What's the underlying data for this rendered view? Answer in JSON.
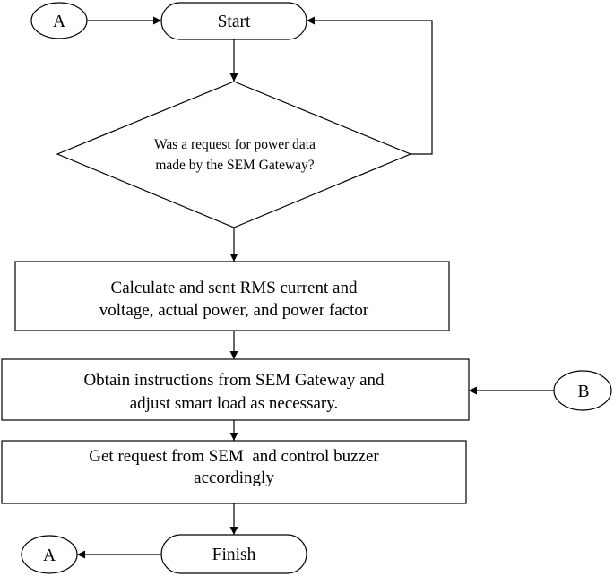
{
  "connector_a_top": {
    "label": "A"
  },
  "connector_a_bottom": {
    "label": "A"
  },
  "connector_b": {
    "label": "B"
  },
  "start": {
    "label": "Start"
  },
  "decision": {
    "line1": "Was a request for power data",
    "line2": "made by the SEM Gateway?"
  },
  "step_calculate": {
    "line1": "Calculate and sent RMS current and",
    "line2": "voltage, actual power, and power factor"
  },
  "step_instructions": {
    "line1": "Obtain instructions from SEM Gateway and",
    "line2": "adjust smart load as necessary."
  },
  "step_buzzer": {
    "line1": "Get request from SEM  and control buzzer",
    "line2": "accordingly"
  },
  "finish": {
    "label": "Finish"
  }
}
